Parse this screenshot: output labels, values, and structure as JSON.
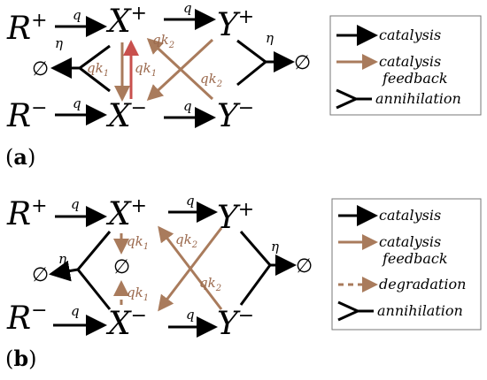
{
  "panel_a": {
    "label_open": "(",
    "label_letter": "a",
    "label_close": ")",
    "species": {
      "r_plus": {
        "base": "R",
        "sup": "+"
      },
      "r_minus": {
        "base": "R",
        "sup": "−"
      },
      "x_plus": {
        "base": "X",
        "sup": "+"
      },
      "x_minus": {
        "base": "X",
        "sup": "−"
      },
      "y_plus": {
        "base": "Y",
        "sup": "+"
      },
      "y_minus": {
        "base": "Y",
        "sup": "−"
      }
    },
    "rates": {
      "q": "q",
      "eta": "η",
      "qk1": "qk",
      "qk2": "qk",
      "sub1": "1",
      "sub2": "2"
    },
    "empty_set": "∅",
    "legend": {
      "catalysis": "catalysis",
      "catalysis_feedback_1": "catalysis",
      "catalysis_feedback_2": "feedback",
      "annihilation": "annihilation"
    }
  },
  "panel_b": {
    "label_open": "(",
    "label_letter": "b",
    "label_close": ")",
    "species": {
      "r_plus": {
        "base": "R",
        "sup": "+"
      },
      "r_minus": {
        "base": "R",
        "sup": "−"
      },
      "x_plus": {
        "base": "X",
        "sup": "+"
      },
      "x_minus": {
        "base": "X",
        "sup": "−"
      },
      "y_plus": {
        "base": "Y",
        "sup": "+"
      },
      "y_minus": {
        "base": "Y",
        "sup": "−"
      }
    },
    "rates": {
      "q": "q",
      "eta": "η",
      "qk1": "qk",
      "qk2": "qk",
      "sub1": "1",
      "sub2": "2"
    },
    "empty_set": "∅",
    "legend": {
      "catalysis": "catalysis",
      "catalysis_feedback_1": "catalysis",
      "catalysis_feedback_2": "feedback",
      "degradation": "degradation",
      "annihilation": "annihilation"
    }
  },
  "colors": {
    "black": "#000000",
    "brown": "#a97b5c",
    "red": "#c8504d"
  }
}
